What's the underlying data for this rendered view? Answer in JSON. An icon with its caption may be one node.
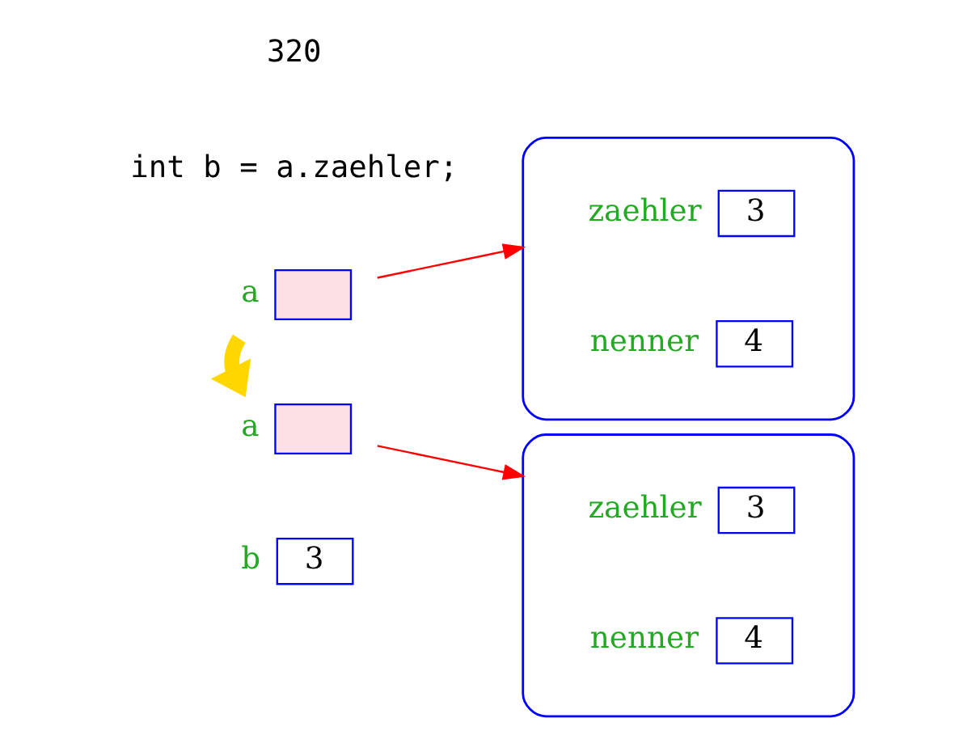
{
  "diagram": {
    "nodes": [
      {
        "text": [],
        "shape": "box",
        "beside": [
          "a"
        ]
      },
      {
        "text": [],
        "shape": "ellipse"
      },
      {
        "text": [
          "3"
        ],
        "in": 1,
        "beside": [
          "zaehler"
        ]
      },
      {
        "text": [
          "4"
        ],
        "in": 1,
        "beside": [
          "nenner"
        ]
      },
      {
        "text": [],
        "shape": "box",
        "beside": [
          "a"
        ]
      },
      {
        "text": [],
        "shape": "ellipse"
      },
      {
        "text": [
          "3"
        ],
        "in": 5,
        "beside": [
          "zaehler"
        ]
      },
      {
        "text": [
          "4"
        ],
        "in": 5,
        "beside": [
          "nenner"
        ]
      },
      {
        "text": [
          "3"
        ],
        "beside": [
          "b"
        ]
      }
    ],
    "edges": [
      {
        "from": 0,
        "to": 1,
        "arrow": "to"
      },
      {
        "from": 0,
        "to": 4,
        "arrow": "to",
        "style": "thick",
        "color": "#ffd700"
      },
      {
        "from": 4,
        "to": 5,
        "arrow": "to"
      }
    ],
    "labels": [
      "int b = a.zaehler;",
      "320"
    ]
  }
}
